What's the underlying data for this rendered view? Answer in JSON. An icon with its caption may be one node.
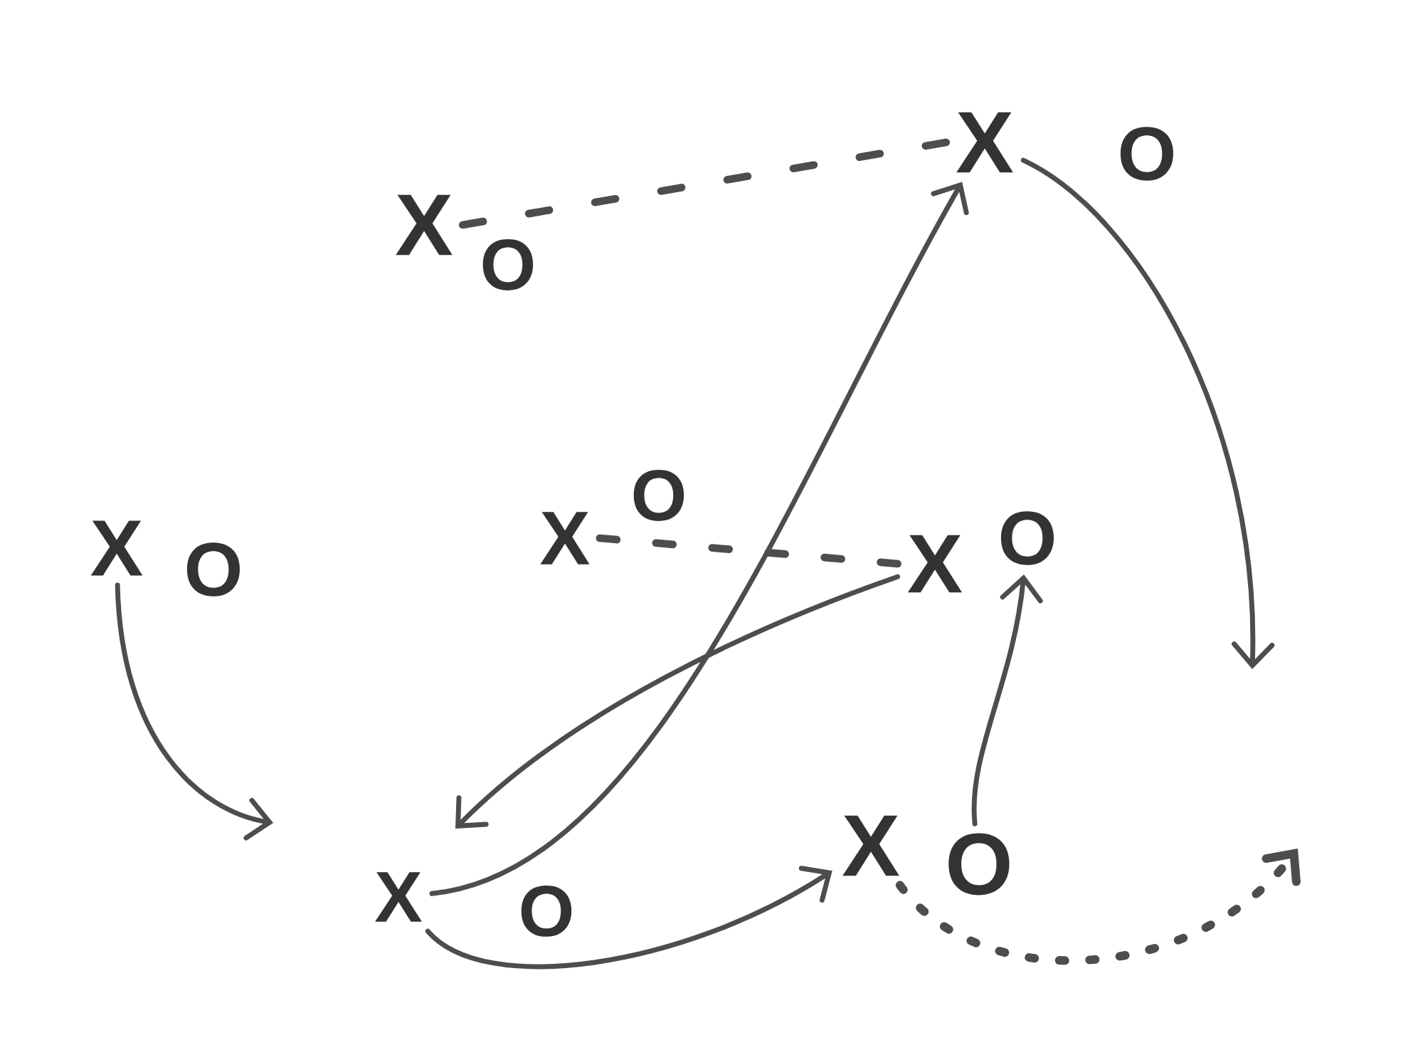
{
  "diagram": {
    "nodes": [
      {
        "text": [
          "X"
        ]
      },
      {
        "text": [
          "O"
        ]
      },
      {
        "text": [
          "X"
        ]
      },
      {
        "text": [
          "O"
        ]
      },
      {
        "text": [
          "X"
        ]
      },
      {
        "text": [
          "O"
        ]
      },
      {
        "text": [
          "X"
        ]
      },
      {
        "text": [
          "O"
        ]
      },
      {
        "text": [
          "X"
        ]
      },
      {
        "text": [
          "O"
        ]
      },
      {
        "text": [
          "X"
        ]
      },
      {
        "text": [
          "O"
        ]
      },
      {
        "text": [
          "X"
        ]
      },
      {
        "text": [
          "O"
        ]
      }
    ],
    "edges": [
      {
        "from": 0,
        "to": 2,
        "arrow": "none",
        "style": "dashed"
      },
      {
        "from": 10,
        "to": 2,
        "arrow": "to"
      },
      {
        "from": 2,
        "to": null,
        "arrow": "to"
      },
      {
        "from": 4,
        "to": null,
        "arrow": "to"
      },
      {
        "from": 8,
        "to": null,
        "arrow": "to"
      },
      {
        "from": 6,
        "to": 8,
        "arrow": "none",
        "style": "dashed"
      },
      {
        "from": 13,
        "to": 9,
        "arrow": "to"
      },
      {
        "from": 10,
        "to": 12,
        "arrow": "to"
      },
      {
        "from": 12,
        "to": null,
        "arrow": "to",
        "style": "dashed"
      }
    ]
  }
}
